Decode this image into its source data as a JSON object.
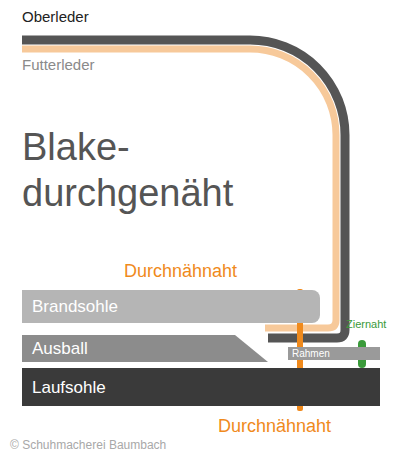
{
  "diagram": {
    "title": "Blake- durchgenäht",
    "nodes": [
      {
        "text": [
          "Brandsohle"
        ]
      },
      {
        "text": [
          "Ausball"
        ]
      },
      {
        "text": [
          "Rahmen"
        ]
      },
      {
        "text": [
          "Laufsohle"
        ]
      }
    ],
    "labels": [
      "Oberleder",
      "Futterleder",
      "Durchnähnaht",
      "Ziernaht",
      "Durchnähnaht",
      "© Schuhmacherei Baumbach"
    ]
  }
}
